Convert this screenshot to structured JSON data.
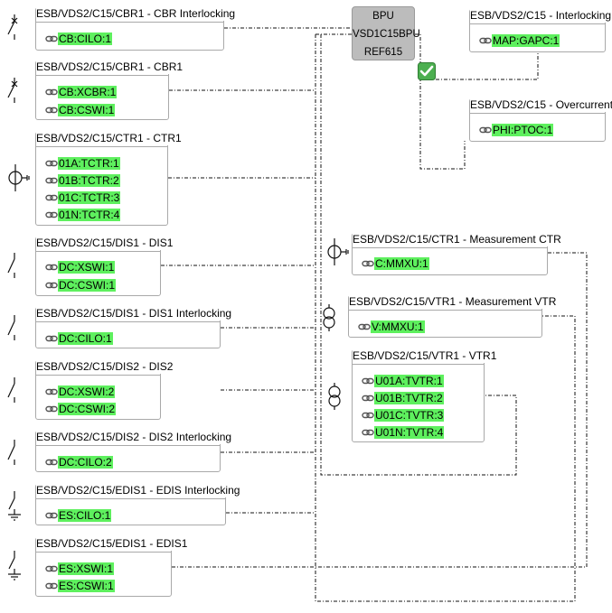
{
  "ied": {
    "lines": [
      "BPU",
      "VSD1C15BPU",
      "REF615"
    ]
  },
  "left_nodes": [
    {
      "title": "ESB/VDS2/C15/CBR1 - CBR Interlocking",
      "items": [
        "CB:CILO:1"
      ]
    },
    {
      "title": "ESB/VDS2/C15/CBR1 - CBR1",
      "items": [
        "CB:XCBR:1",
        "CB:CSWI:1"
      ]
    },
    {
      "title": "ESB/VDS2/C15/CTR1 - CTR1",
      "items": [
        "01A:TCTR:1",
        "01B:TCTR:2",
        "01C:TCTR:3",
        "01N:TCTR:4"
      ]
    },
    {
      "title": "ESB/VDS2/C15/DIS1 - DIS1",
      "items": [
        "DC:XSWI:1",
        "DC:CSWI:1"
      ]
    },
    {
      "title": "ESB/VDS2/C15/DIS1 - DIS1 Interlocking",
      "items": [
        "DC:CILO:1"
      ]
    },
    {
      "title": "ESB/VDS2/C15/DIS2 - DIS2",
      "items": [
        "DC:XSWI:2",
        "DC:CSWI:2"
      ]
    },
    {
      "title": "ESB/VDS2/C15/DIS2 - DIS2 Interlocking",
      "items": [
        "DC:CILO:2"
      ]
    },
    {
      "title": "ESB/VDS2/C15/EDIS1 - EDIS Interlocking",
      "items": [
        "ES:CILO:1"
      ]
    },
    {
      "title": "ESB/VDS2/C15/EDIS1 - EDIS1",
      "items": [
        "ES:XSWI:1",
        "ES:CSWI:1"
      ]
    }
  ],
  "right_nodes": [
    {
      "title": "ESB/VDS2/C15 - Interlocking",
      "items": [
        "MAP:GAPC:1"
      ]
    },
    {
      "title": "ESB/VDS2/C15 - Overcurrent",
      "items": [
        "PHI:PTOC:1"
      ]
    },
    {
      "title": "ESB/VDS2/C15/CTR1 - Measurement CTR",
      "items": [
        "C:MMXU:1"
      ]
    },
    {
      "title": "ESB/VDS2/C15/VTR1 - Measurement VTR",
      "items": [
        "V:MMXU:1"
      ]
    },
    {
      "title": "ESB/VDS2/C15/VTR1 - VTR1",
      "items": [
        "U01A:TVTR:1",
        "U01B:TVTR:2",
        "U01C:TVTR:3",
        "U01N:TVTR:4"
      ]
    }
  ],
  "symbols": [
    "circuit-breaker-icon",
    "circuit-breaker-icon",
    "current-transformer-icon",
    "disconnector-icon",
    "disconnector-icon",
    "disconnector-icon",
    "disconnector-icon",
    "earth-switch-icon",
    "earth-switch-icon",
    "current-transformer-icon",
    "voltage-transformer-icon",
    "voltage-transformer-icon"
  ],
  "colors": {
    "lnode_fill": "#5ef05e",
    "ied_fill": "#bcbcbc",
    "border": "#a9a9a9",
    "check": "#4caf50"
  }
}
